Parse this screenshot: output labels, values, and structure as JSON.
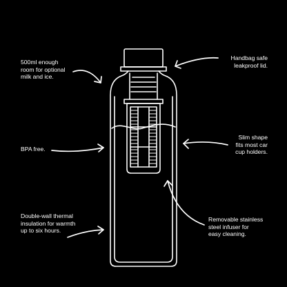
{
  "colors": {
    "background": "#000000",
    "line": "#ffffff"
  },
  "callouts": {
    "capacity": "500ml enough\nroom for optional\nmilk and ice.",
    "bpa": "BPA free.",
    "thermal": "Double-wall thermal\ninsulation for warmth\nup to six hours.",
    "lid": "Handbag safe\nleakproof lid.",
    "shape": "Slim shape\nfits most car\ncup holders.",
    "infuser": "Removable stainless\nsteel infuser for\neasy cleaning."
  },
  "icons": [
    "bottle-outline",
    "infuser-outline",
    "curved-arrow"
  ]
}
